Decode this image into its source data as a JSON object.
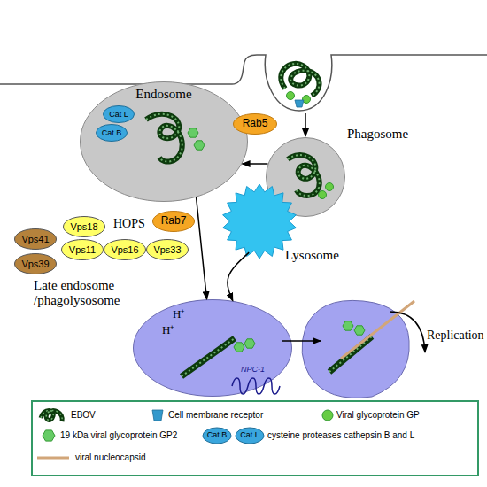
{
  "diagram": {
    "nodes": [
      {
        "text": [
          "Endosome"
        ]
      },
      {
        "text": [
          "Cat L"
        ],
        "in": 0
      },
      {
        "text": [
          "Cat B"
        ],
        "in": 0
      },
      {
        "text": [
          "Rab5"
        ]
      },
      {
        "text": [
          "Phagosome"
        ]
      },
      {
        "text": [
          "Vps18"
        ]
      },
      {
        "text": [
          "Vps41"
        ]
      },
      {
        "text": [
          "Vps11"
        ]
      },
      {
        "text": [
          "Vps16"
        ]
      },
      {
        "text": [
          "Vps33"
        ]
      },
      {
        "text": [
          "Vps39"
        ]
      },
      {
        "text": [
          "Rab7"
        ]
      },
      {
        "text": [
          "Lysosome"
        ]
      },
      {
        "text": [
          "Late endosome /phagolysosome",
          "H⁺",
          "H⁺",
          "NPC-1"
        ]
      }
    ],
    "edges": [
      {
        "from": 4,
        "to": 0,
        "arrow": "to"
      },
      {
        "from": 0,
        "to": 13,
        "arrow": "to"
      },
      {
        "from": 12,
        "to": 13,
        "arrow": "to"
      }
    ],
    "labels": [
      "HOPS",
      "Replication",
      "Cat B",
      "Cat L"
    ],
    "legend": [
      {
        "text": "EBOV"
      },
      {
        "text": "Cell membrane receptor"
      },
      {
        "text": "Viral glycoprotein GP"
      },
      {
        "text": "19 kDa viral glycoprotein GP2"
      },
      {
        "text": "cysteine proteases cathepsin B and L"
      },
      {
        "text": "viral nucleocapsid"
      }
    ]
  }
}
